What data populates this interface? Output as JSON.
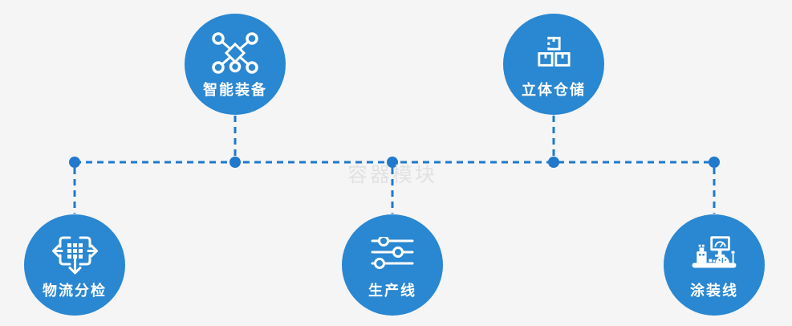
{
  "diagram": {
    "watermark": "容器模块",
    "colors": {
      "background": "#f5f5f5",
      "node_fill": "#2a87d1",
      "connector": "#2079cc",
      "icon": "#ffffff",
      "label": "#ffffff",
      "watermark": "#e2e2e2"
    },
    "nodes": [
      {
        "label": "智能装备",
        "icon": "network-nodes-icon"
      },
      {
        "label": "立体仓储",
        "icon": "stacked-boxes-icon"
      },
      {
        "label": "物流分检",
        "icon": "distribute-arrows-icon"
      },
      {
        "label": "生产线",
        "icon": "sliders-icon"
      },
      {
        "label": "涂装线",
        "icon": "control-machine-icon"
      }
    ]
  }
}
